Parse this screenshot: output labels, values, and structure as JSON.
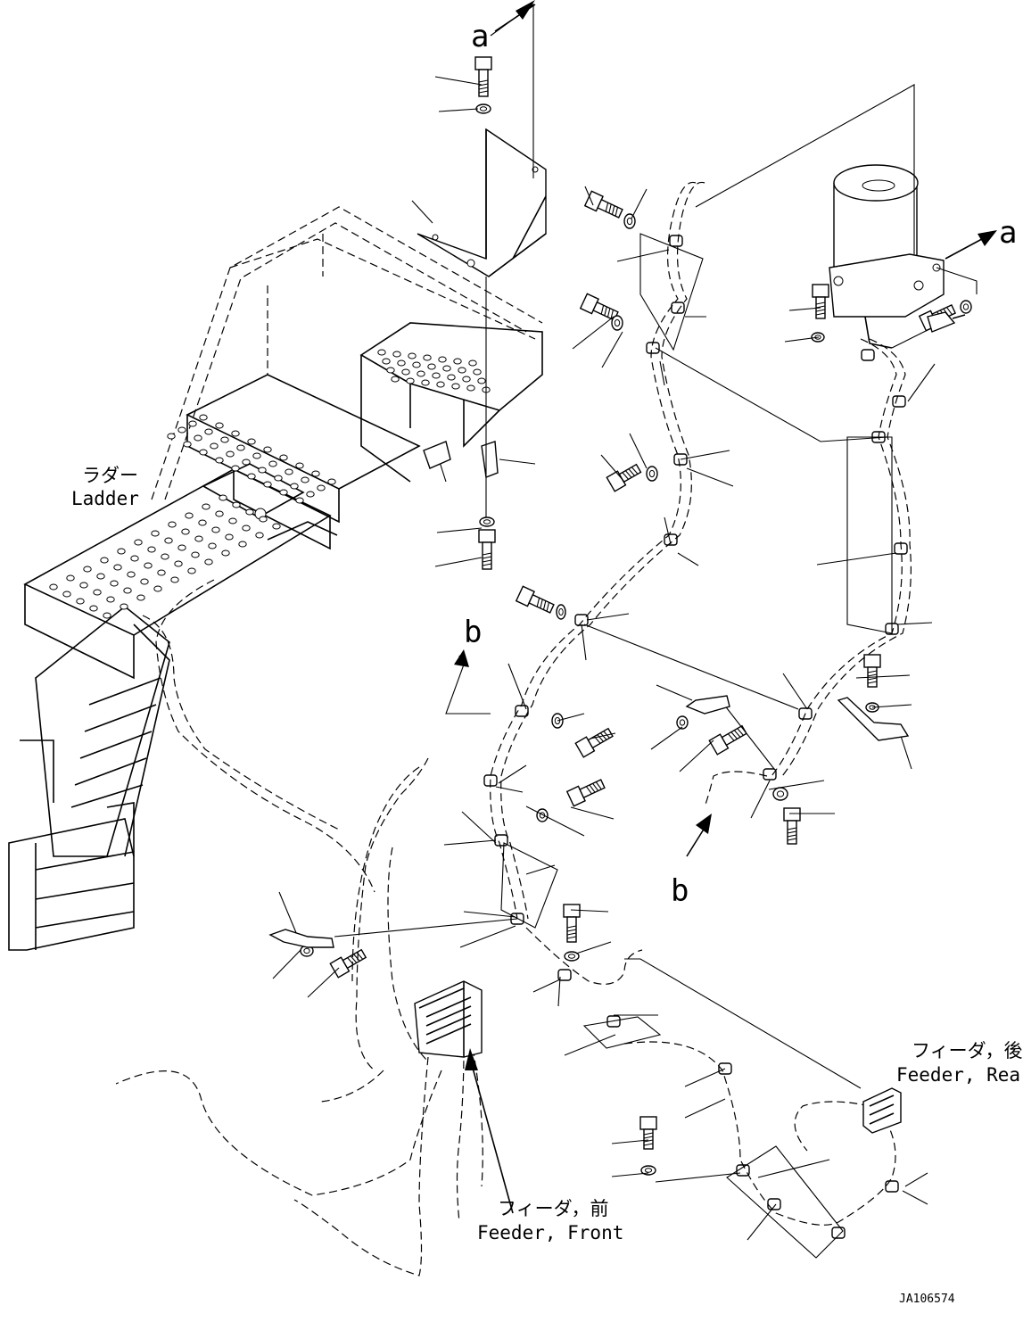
{
  "labels": {
    "ref_a": "a",
    "ref_b": "b",
    "ladder_jp": "ラダー",
    "ladder_en": "Ladder",
    "feeder_rear_jp": "フィーダ，後",
    "feeder_rear_en": "Feeder, Rear",
    "feeder_front_jp": "フィーダ，前",
    "feeder_front_en": "Feeder, Front",
    "drawing_id": "JA106574"
  }
}
